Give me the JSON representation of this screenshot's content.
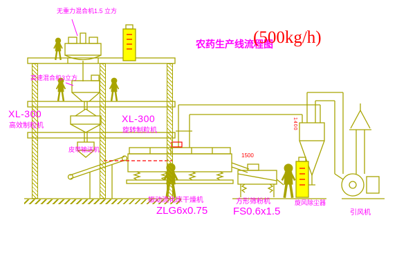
{
  "title": {
    "main": "农药生产线流程图",
    "capacity": "(500kg/h)"
  },
  "labels": {
    "top_mixer": "无重力混合机1.5 立方",
    "high_speed_mixer": "高速混合机3立方",
    "granulator_left_model": "XL-300",
    "granulator_left_name": "高效制粒机",
    "granulator_mid_model": "XL-300",
    "granulator_mid_name": "旋转制粒机",
    "belt_conveyor": "皮带输送机",
    "fluid_bed_name": "振动流化床干燥机",
    "fluid_bed_model": "ZLG6x0.75",
    "sieve_name": "方形筛粉机",
    "sieve_model": "FS0.6x1.5",
    "cyclone_name": "旋风除尘器",
    "fan_name": "引风机"
  },
  "dimensions": {
    "sieve_length": "1500",
    "duct_size": "1400"
  },
  "colors": {
    "line": "#a8a400",
    "label": "#ff00ff",
    "accent_red": "#ff0000",
    "cabinet_fill": "#ffff00",
    "background": "#ffffff"
  }
}
